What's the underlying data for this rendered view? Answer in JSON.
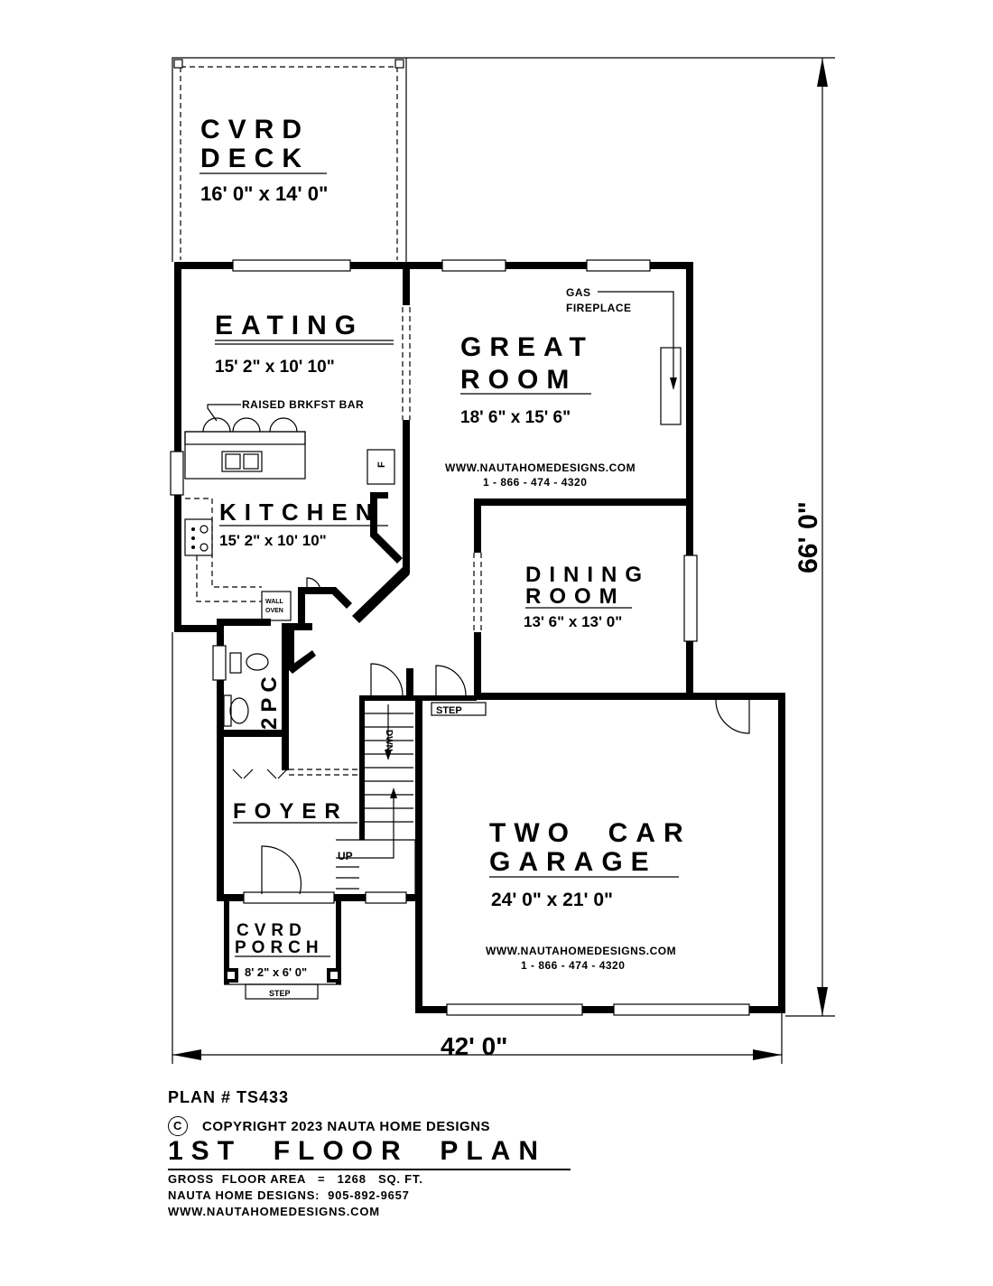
{
  "rooms": {
    "deck": {
      "line1": "CVRD",
      "line2": "DECK",
      "size": "16' 0\" x 14' 0\""
    },
    "eating": {
      "name": "EATING",
      "size": "15' 2\" x 10' 10\""
    },
    "great": {
      "line1": "GREAT",
      "line2": "ROOM",
      "size": "18' 6\" x 15' 6\""
    },
    "kitchen": {
      "name": "KITCHEN",
      "size": "15' 2\" x 10' 10\""
    },
    "dining": {
      "line1": "DINING",
      "line2": "ROOM",
      "size": "13' 6\" x 13' 0\""
    },
    "powder": {
      "name": "2PC"
    },
    "foyer": {
      "name": "FOYER"
    },
    "porch": {
      "line1": "CVRD",
      "line2": "PORCH",
      "size": "8' 2\" x 6' 0\""
    },
    "garage": {
      "line1": "TWO  CAR",
      "line2": "GARAGE",
      "size": "24' 0\" x 21' 0\""
    }
  },
  "notes": {
    "gas": "GAS",
    "fireplace": "FIREPLACE",
    "bar": "RAISED BRKFST BAR",
    "fridge": "F",
    "wall": "WALL",
    "oven": "OVEN",
    "down": "DWN",
    "up": "UP",
    "step_garage": "STEP",
    "step_porch": "STEP"
  },
  "watermarks": {
    "great_url": "WWW.NAUTAHOMEDESIGNS.COM",
    "great_phone": "1 - 866 - 474 - 4320",
    "garage_url": "WWW.NAUTAHOMEDESIGNS.COM",
    "garage_phone": "1 - 866 - 474 - 4320"
  },
  "dimensions": {
    "width": "42' 0\"",
    "depth": "66' 0\""
  },
  "footer": {
    "plan_number": "PLAN # TS433",
    "copyright_symbol": "C",
    "copyright": "COPYRIGHT 2023 NAUTA HOME DESIGNS",
    "title": "1ST  FLOOR  PLAN",
    "gross_area": "GROSS  FLOOR AREA   =   1268   SQ. FT.",
    "phone": "NAUTA HOME DESIGNS:  905-892-9657",
    "website": "WWW.NAUTAHOMEDESIGNS.COM"
  }
}
